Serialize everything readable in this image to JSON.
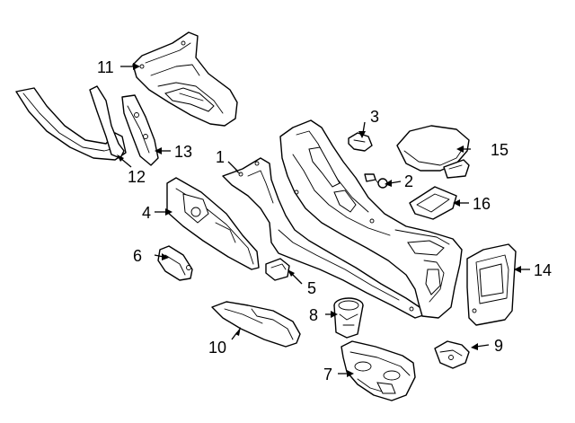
{
  "callouts": [
    {
      "id": "1",
      "number": "1"
    },
    {
      "id": "2",
      "number": "2"
    },
    {
      "id": "3",
      "number": "3"
    },
    {
      "id": "4",
      "number": "4"
    },
    {
      "id": "5",
      "number": "5"
    },
    {
      "id": "6",
      "number": "6"
    },
    {
      "id": "7",
      "number": "7"
    },
    {
      "id": "8",
      "number": "8"
    },
    {
      "id": "9",
      "number": "9"
    },
    {
      "id": "10",
      "number": "10"
    },
    {
      "id": "11",
      "number": "11"
    },
    {
      "id": "12",
      "number": "12"
    },
    {
      "id": "13",
      "number": "13"
    },
    {
      "id": "14",
      "number": "14"
    },
    {
      "id": "15",
      "number": "15"
    },
    {
      "id": "16",
      "number": "16"
    }
  ],
  "colors": {
    "line": "#000000",
    "background": "#ffffff"
  }
}
